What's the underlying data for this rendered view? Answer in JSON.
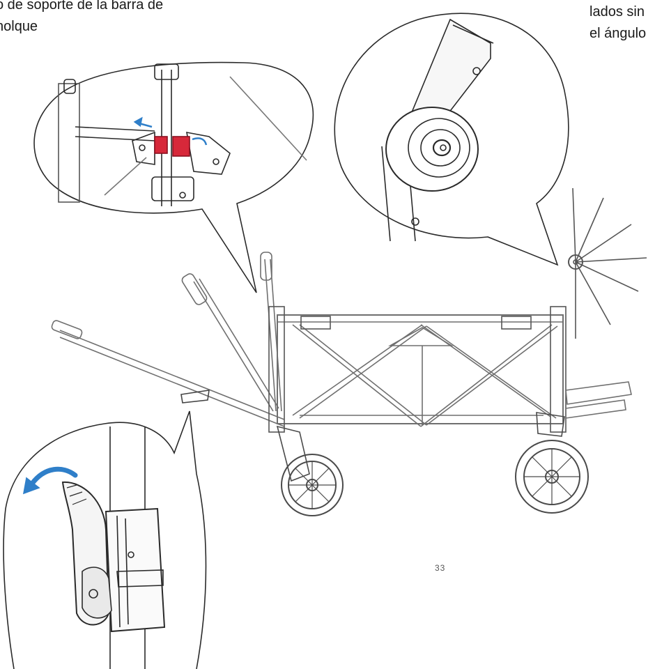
{
  "captions": {
    "left_lines": [
      "o de soporte de la barra de",
      "nolque"
    ],
    "right_lines": [
      "lados sin",
      "el ángulo"
    ]
  },
  "page_number": "33",
  "colors": {
    "line": "#2a2a2a",
    "frame": "#6f6f6f",
    "lock_red": "#d7283a",
    "arrow_blue": "#2f7fc9"
  },
  "icons": {
    "release_arrow": "curved-arrow-icon",
    "slide_arrow": "double-arrow-icon"
  }
}
